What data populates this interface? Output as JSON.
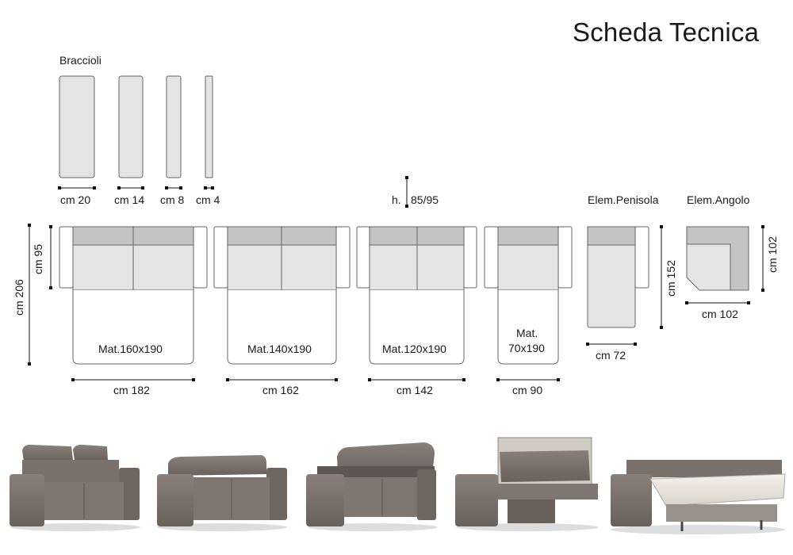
{
  "title": "Scheda Tecnica",
  "armrests": {
    "label": "Braccioli",
    "widths": [
      "cm 20",
      "cm 14",
      "cm 8",
      "cm 4"
    ]
  },
  "height_label": "h.",
  "height_value": "85/95",
  "element_labels": {
    "peninsula": "Elem.Penisola",
    "corner": "Elem.Angolo"
  },
  "vertical_dims": {
    "depth_total": "cm 206",
    "depth_seat": "cm 95",
    "peninsula_depth": "cm 152",
    "corner_depth": "cm 102"
  },
  "sofas": [
    {
      "mattress": "Mat.160x190",
      "width": "cm 182"
    },
    {
      "mattress": "Mat.140x190",
      "width": "cm 162"
    },
    {
      "mattress": "Mat.120x190",
      "width": "cm 142"
    },
    {
      "mattress_line1": "Mat.",
      "mattress_line2": "70x190",
      "width": "cm 90"
    }
  ],
  "peninsula_width": "cm 72",
  "corner_width": "cm 102",
  "colors": {
    "fill": "#e4e4e4",
    "back": "#c4c4c4",
    "stroke": "#555555",
    "fabric": "#7d736c"
  }
}
